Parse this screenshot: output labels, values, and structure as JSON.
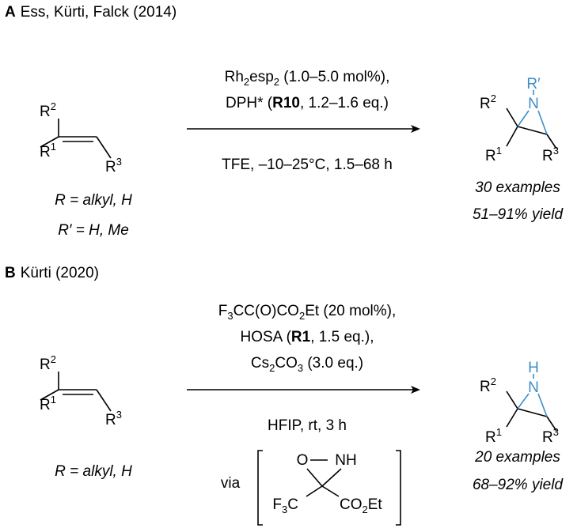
{
  "panel_a": {
    "letter": "A",
    "authors": "Ess, Kürti, Falck (2014)",
    "sub_R": "R",
    "reactant_R2": "R",
    "reactant_R2_sup": "2",
    "reactant_R1": "R",
    "reactant_R1_sup": "1",
    "reactant_R3": "R",
    "reactant_R3_sup": "3",
    "scope_line1": "R = alkyl, H",
    "scope_line2": "R′ = H, Me",
    "cond1_a": "Rh",
    "cond1_a_sub": "2",
    "cond1_b": "esp",
    "cond1_b_sub": "2",
    "cond1_c": " (1.0–5.0 mol%),",
    "cond2_a": "DPH* (",
    "cond2_bold": "R10",
    "cond2_c": ", 1.2–1.6 eq.)",
    "cond3": "TFE, –10–25°C, 1.5–68 h",
    "product_N": "N",
    "product_NR": "R′",
    "product_R2": "R",
    "product_R2_sup": "2",
    "product_R1": "R",
    "product_R1_sup": "1",
    "product_R3": "R",
    "product_R3_sup": "3",
    "examples": "30 examples",
    "yield": "51–91% yield"
  },
  "panel_b": {
    "letter": "B",
    "authors": "Kürti (2020)",
    "reactant_R2": "R",
    "reactant_R2_sup": "2",
    "reactant_R1": "R",
    "reactant_R1_sup": "1",
    "reactant_R3": "R",
    "reactant_R3_sup": "3",
    "scope_line1": "R = alkyl, H",
    "cond1_a": "F",
    "cond1_a_sub": "3",
    "cond1_b": "CC(O)CO",
    "cond1_b_sub": "2",
    "cond1_c": "Et (20 mol%),",
    "cond2_a": "HOSA (",
    "cond2_bold": "R1",
    "cond2_c": ", 1.5 eq.),",
    "cond3_a": "Cs",
    "cond3_a_sub": "2",
    "cond3_b": "CO",
    "cond3_b_sub": "3",
    "cond3_c": " (3.0 eq.)",
    "cond4": "HFIP, rt, 3 h",
    "via": "via",
    "inter_O": "O",
    "inter_NH": "NH",
    "inter_F": "F",
    "inter_F_sub": "3",
    "inter_C": "C",
    "inter_CO": "CO",
    "inter_CO_sub": "2",
    "inter_Et": "Et",
    "product_N": "N",
    "product_H": "H",
    "product_R2": "R",
    "product_R2_sup": "2",
    "product_R1": "R",
    "product_R1_sup": "1",
    "product_R3": "R",
    "product_R3_sup": "3",
    "examples": "20 examples",
    "yield": "68–92% yield"
  }
}
